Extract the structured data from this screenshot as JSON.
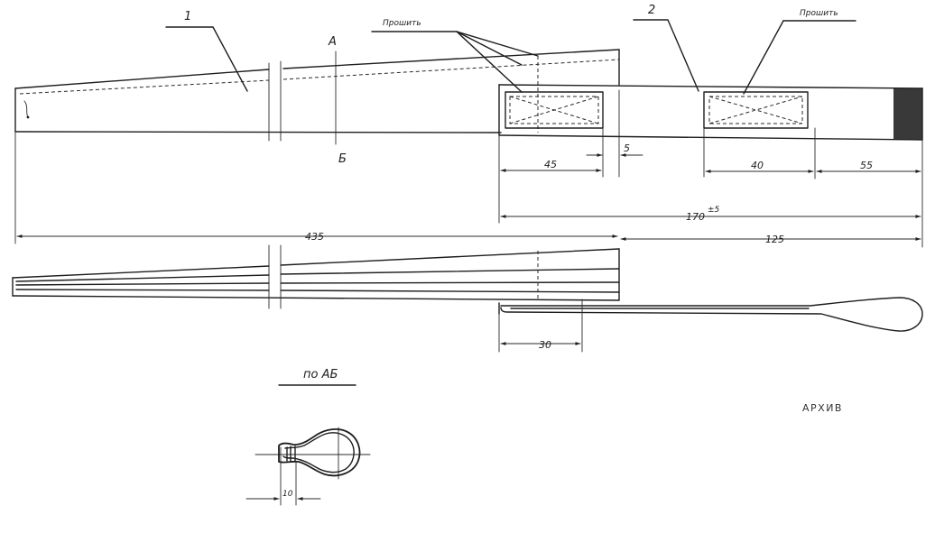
{
  "labels": {
    "part_1": "1",
    "part_2": "2",
    "stitch_left": "Прошить",
    "stitch_right": "Прошить",
    "section_a": "А",
    "section_b": "Б",
    "section_view": "по АБ",
    "archive_stamp": "АРХИВ"
  },
  "dimensions": {
    "d45": "45",
    "d5": "5",
    "d40": "40",
    "d55": "55",
    "d170": "170",
    "d170_tol": "±5",
    "d435": "435",
    "d125": "125",
    "d30": "30",
    "d10": "10"
  },
  "colors": {
    "ink": "#1e1e1e",
    "paper": "#ffffff"
  }
}
